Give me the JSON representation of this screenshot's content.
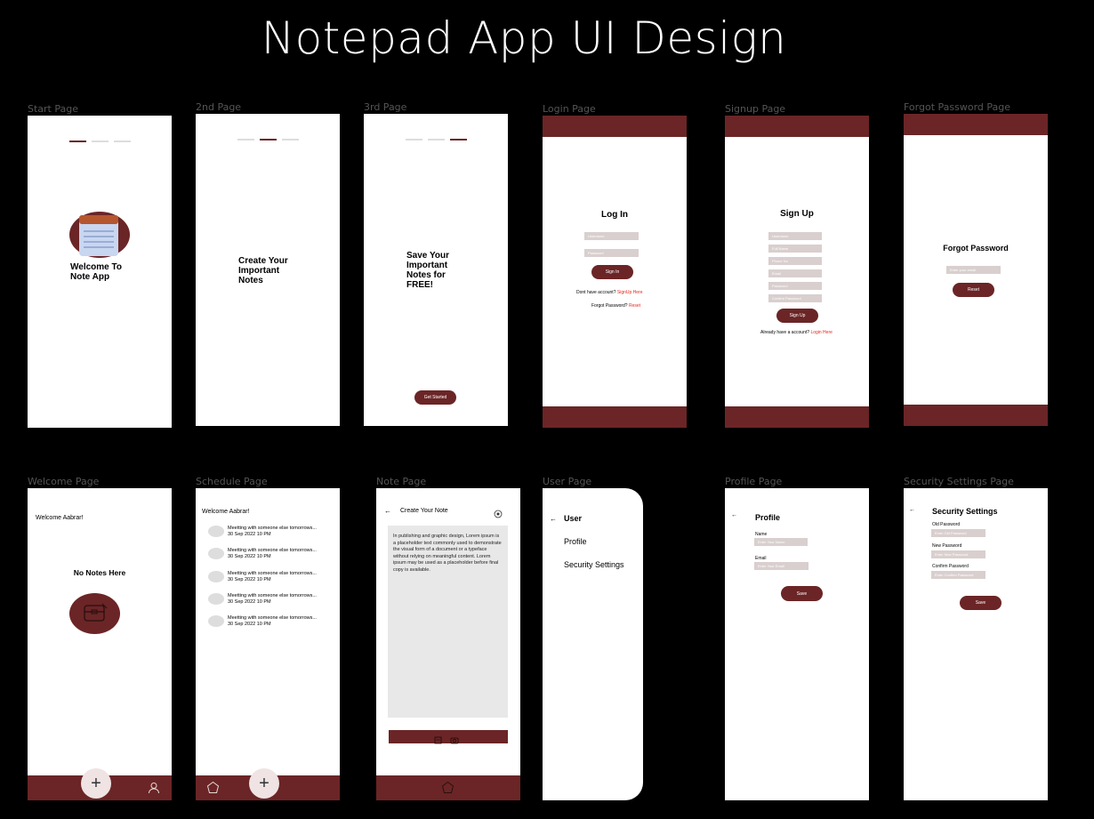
{
  "title": "Notepad App UI Design",
  "colors": {
    "brand": "#6b2526",
    "input": "#d9cfcf",
    "link": "#e8261c"
  },
  "labels": {
    "start": "Start Page",
    "second": "2nd Page",
    "third": "3rd Page",
    "login": "Login Page",
    "signup": "Signup Page",
    "forgot": "Forgot Password Page",
    "welcome": "Welcome Page",
    "schedule": "Schedule Page",
    "note": "Note Page",
    "user": "User Page",
    "profile": "Profile Page",
    "security": "Security Settings Page"
  },
  "start": {
    "line1": "Welcome To",
    "line2": "Note App",
    "icon": "notepad-icon"
  },
  "second": {
    "line1": "Create Your",
    "line2": "Important",
    "line3": "Notes"
  },
  "third": {
    "line1": "Save Your",
    "line2": "Important",
    "line3": "Notes for",
    "line4": "FREE!",
    "button": "Get Started"
  },
  "login": {
    "heading": "Log In",
    "username_placeholder": "Username",
    "password_placeholder": "Password",
    "button": "Sign In",
    "no_account": "Dont have account?",
    "signup_link": "SignUp Here",
    "forgot": "Forgot Password?",
    "reset_link": "Reset"
  },
  "signup": {
    "heading": "Sign Up",
    "fields": [
      "Username",
      "Full Name",
      "Phone No",
      "Email",
      "Password",
      "Confirm Password"
    ],
    "button": "Sign Up",
    "have_account": "Already have a account?",
    "login_link": "Login Here"
  },
  "forgot": {
    "heading": "Forgot Password",
    "email_placeholder": "Enter your email",
    "button": "Reset"
  },
  "welcome": {
    "greeting": "Welcome Aabrar!",
    "empty": "No Notes Here",
    "fab": "+"
  },
  "schedule": {
    "greeting": "Welcome Aabrar!",
    "items": [
      {
        "title": "Meetting with someone else tomorrows...",
        "date": "30 Sep 2022 10 PM"
      },
      {
        "title": "Meetting with someone else tomorrows...",
        "date": "30 Sep 2022 10 PM"
      },
      {
        "title": "Meetting with someone else tomorrows...",
        "date": "30 Sep 2022 10 PM"
      },
      {
        "title": "Meetting with someone else tomorrows...",
        "date": "30 Sep 2022 10 PM"
      },
      {
        "title": "Meetting with someone else tomorrows...",
        "date": "30 Sep 2022 10 PM"
      }
    ],
    "fab": "+"
  },
  "note": {
    "back": "←",
    "heading": "Create Your Note",
    "body": "In publishing and graphic design, Lorem ipsum is a placeholder text commonly used to demonstrate the visual form of a document or a typeface without relying on meaningful content. Lorem ipsum may be used as a placeholder before final copy is available."
  },
  "user": {
    "back": "←",
    "heading": "User",
    "items": [
      "Profile",
      "Security Settings"
    ]
  },
  "profile": {
    "back": "←",
    "heading": "Profile",
    "name_label": "Name",
    "name_placeholder": "Enter Your Name",
    "email_label": "Email",
    "email_placeholder": "Enter Your Email",
    "button": "Save"
  },
  "security": {
    "back": "←",
    "heading": "Security Settings",
    "old_label": "Old Password",
    "old_placeholder": "Enter Old Password",
    "new_label": "New Password",
    "new_placeholder": "Enter New Password",
    "confirm_label": "Confirm Password",
    "confirm_placeholder": "Enter Confirm Password",
    "button": "Save"
  }
}
